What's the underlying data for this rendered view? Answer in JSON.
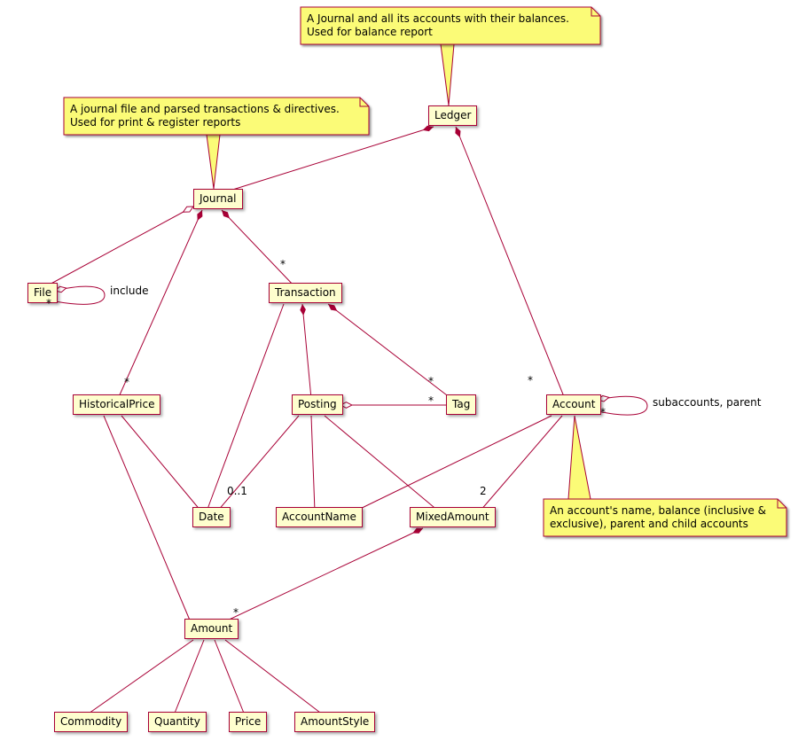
{
  "diagram_type": "uml-class-diagram",
  "colors": {
    "class_background": "#FEFECE",
    "class_border": "#A80036",
    "note_background": "#FBFB77",
    "note_border": "#A80036",
    "edge_line": "#A80036"
  },
  "classes": {
    "ledger": "Ledger",
    "journal": "Journal",
    "file": "File",
    "transaction": "Transaction",
    "historical_price": "HistoricalPrice",
    "posting": "Posting",
    "tag": "Tag",
    "account": "Account",
    "date": "Date",
    "account_name": "AccountName",
    "mixed_amount": "MixedAmount",
    "amount": "Amount",
    "commodity": "Commodity",
    "quantity": "Quantity",
    "price": "Price",
    "amount_style": "AmountStyle"
  },
  "notes": {
    "ledger_note": "A Journal and all its accounts with their balances.\nUsed for balance report",
    "journal_note": "A journal file and parsed transactions & directives.\nUsed for print & register reports",
    "account_note": "An account's name, balance (inclusive &\nexclusive), parent and child accounts"
  },
  "edge_labels": {
    "ledger_account": "*",
    "journal_transaction": "*",
    "journal_historical_price": "*",
    "file_include": "include",
    "file_include_mult": "*",
    "transaction_tag": "*",
    "posting_tag": "*",
    "posting_date": "0..1",
    "account_mixed_amount": "2",
    "account_self": "subaccounts, parent",
    "account_self_mult": "*",
    "mixed_amount_amount": "*"
  }
}
